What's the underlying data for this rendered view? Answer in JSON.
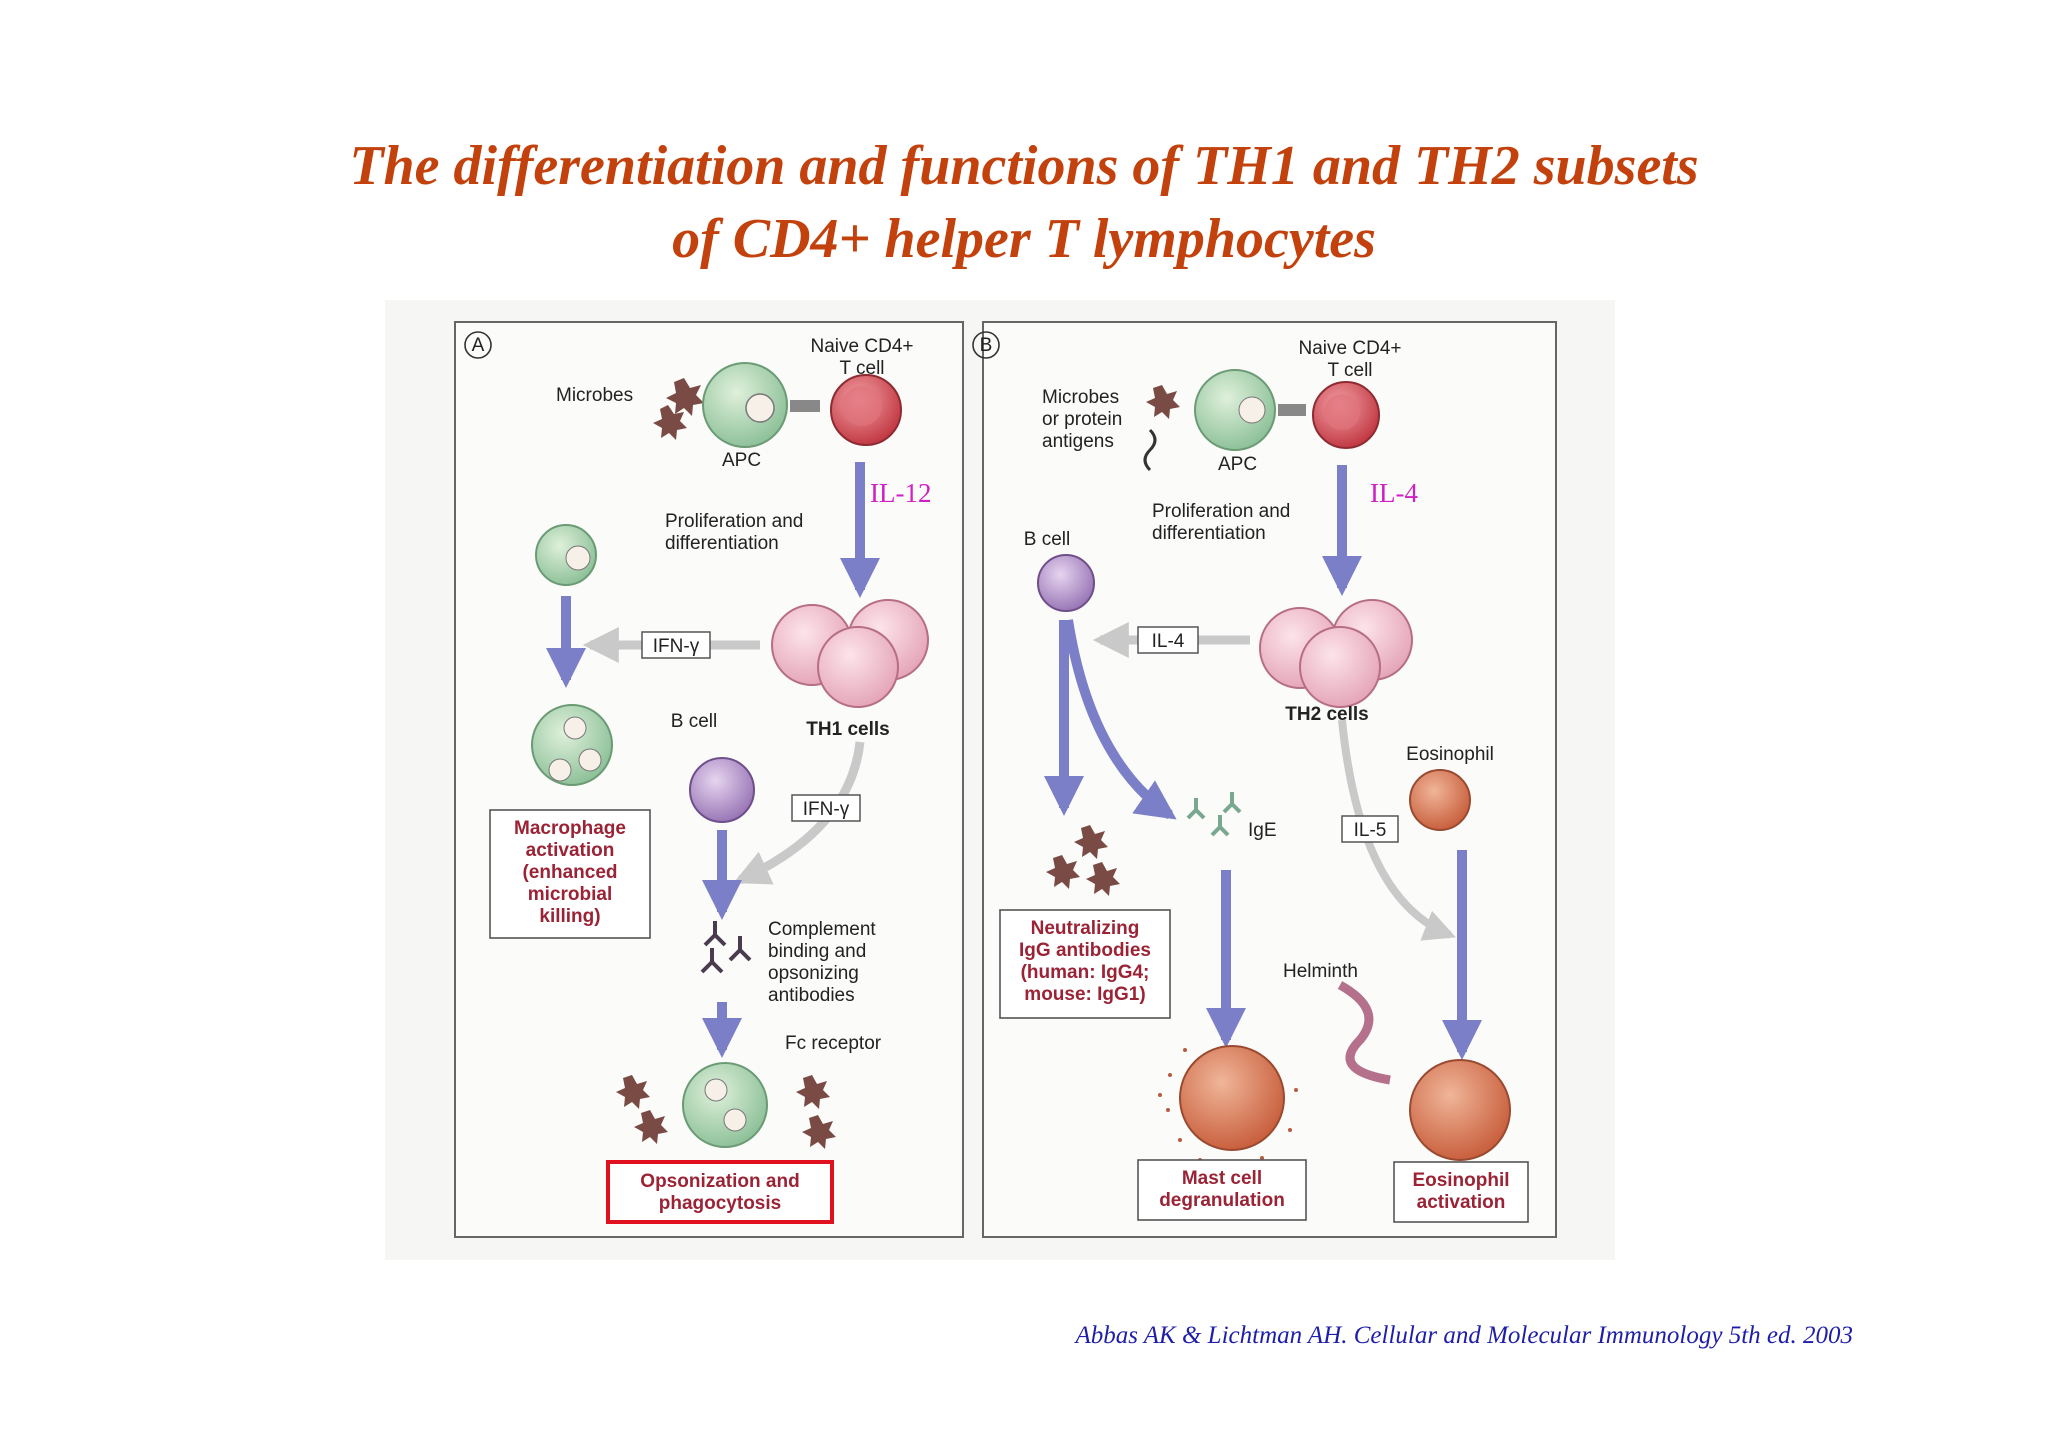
{
  "title": {
    "line1": "The differentiation and functions of TH1 and TH2 subsets",
    "line2": "of CD4+ helper T lymphocytes"
  },
  "citation": "Abbas AK & Lichtman AH. Cellular and Molecular Immunology 5th ed. 2003",
  "colors": {
    "title": "#c2410c",
    "citation": "#1e1ea8",
    "cytokine_highlight": "#d01fc3",
    "highlight_box": "#e0101f",
    "arrow": "#7a7fc7"
  },
  "panel_a": {
    "letter": "A",
    "naive_line1": "Naive CD4+",
    "naive_line2": "T cell",
    "microbes": "Microbes",
    "apc": "APC",
    "cytokine": "IL-12",
    "prolif_line1": "Proliferation and",
    "prolif_line2": "differentiation",
    "ifn1": "IFN-γ",
    "th_cells": "TH1 cells",
    "bcell": "B cell",
    "ifn2": "IFN-γ",
    "macrophage_box": [
      "Macrophage",
      "activation",
      "(enhanced",
      "microbial",
      "killing)"
    ],
    "complement": [
      "Complement",
      "binding and",
      "opsonizing",
      "antibodies"
    ],
    "fc_receptor": "Fc receptor",
    "opsonization_box": [
      "Opsonization and",
      "phagocytosis"
    ]
  },
  "panel_b": {
    "letter": "B",
    "naive_line1": "Naive CD4+",
    "naive_line2": "T cell",
    "microbes": [
      "Microbes",
      "or protein",
      "antigens"
    ],
    "apc": "APC",
    "cytokine": "IL-4",
    "prolif_line1": "Proliferation and",
    "prolif_line2": "differentiation",
    "bcell": "B cell",
    "il4": "IL-4",
    "th_cells": "TH2 cells",
    "eosinophil": "Eosinophil",
    "ige": "IgE",
    "il5": "IL-5",
    "neutralizing_box": [
      "Neutralizing",
      "IgG antibodies",
      "(human: IgG4;",
      "mouse: IgG1)"
    ],
    "helminth": "Helminth",
    "mast_box": [
      "Mast cell",
      "degranulation"
    ],
    "eos_box": [
      "Eosinophil",
      "activation"
    ]
  }
}
